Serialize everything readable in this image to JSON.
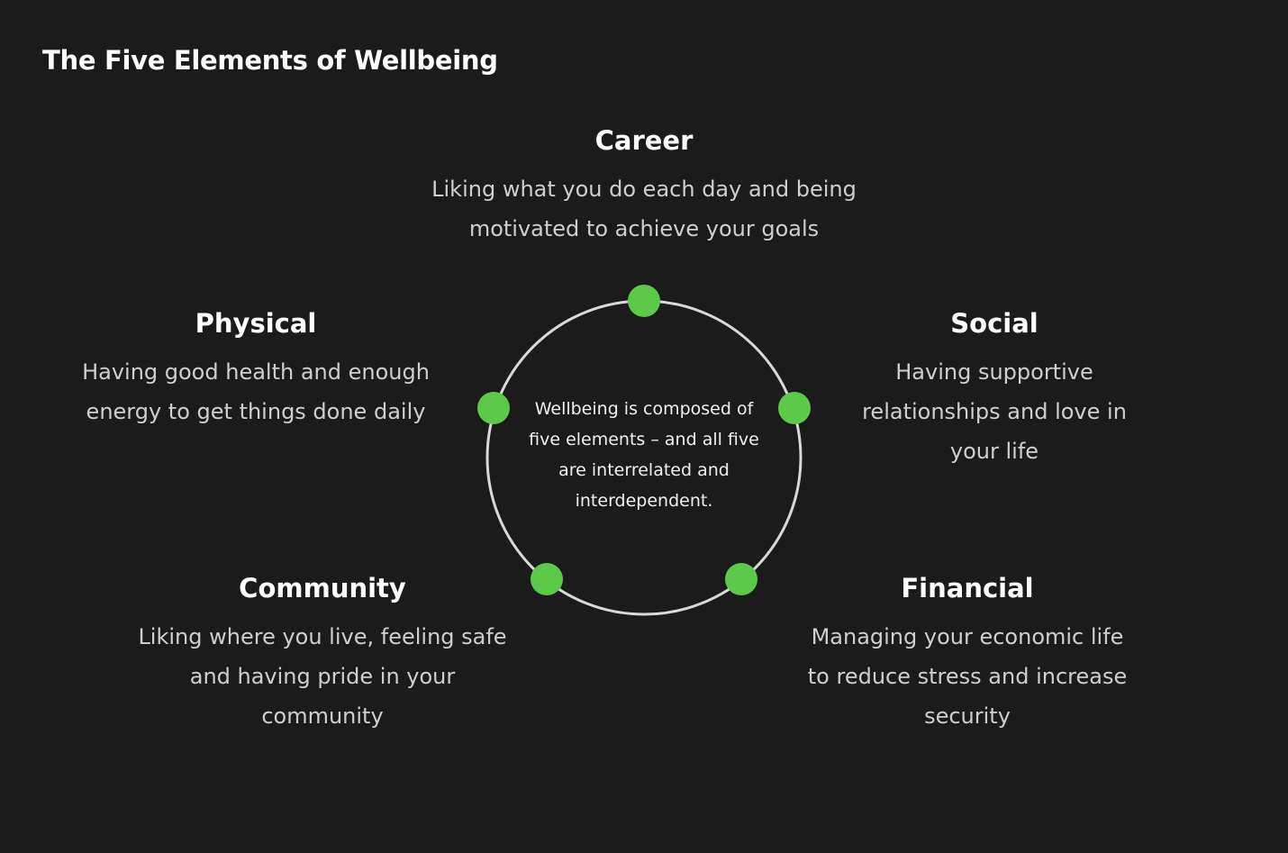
{
  "title": "The Five Elements of Wellbeing",
  "center_text": "Wellbeing is composed of five elements – and all five are interrelated and interdependent.",
  "colors": {
    "background": "#1b1b1b",
    "node": "#5cc94b",
    "ring": "#d9d9d9"
  },
  "elements": [
    {
      "title": "Career",
      "description": "Liking what you do each day and being motivated to achieve your goals"
    },
    {
      "title": "Physical",
      "description": "Having good health and enough energy to get things done daily"
    },
    {
      "title": "Social",
      "description": "Having supportive relationships and love in your life"
    },
    {
      "title": "Community",
      "description": "Liking where you live, feeling safe and having pride in your community"
    },
    {
      "title": "Financial",
      "description": "Managing your economic life to reduce stress and increase security"
    }
  ]
}
